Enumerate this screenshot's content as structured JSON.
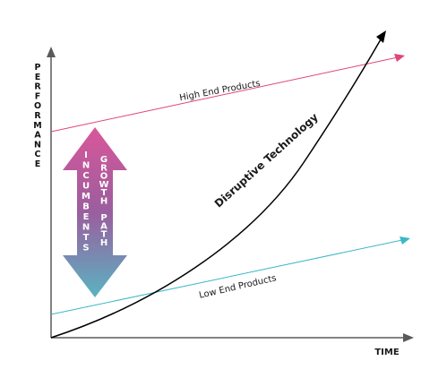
{
  "axes": {
    "y_label": "PERFORMANCE",
    "x_label": "TIME"
  },
  "lines": {
    "high_end": "High End Products",
    "low_end": "Low End Products",
    "disruptive": "Disruptive Technology"
  },
  "arrow": {
    "left_text": "INCUMBENTS",
    "right_text": "GROWTH PATH"
  },
  "colors": {
    "high_end": "#e0457b",
    "low_end": "#3bb8c4",
    "disruptive": "#000000",
    "arrow_top": "#d9579a",
    "arrow_mid": "#9a5e9e",
    "arrow_bottom": "#5ab3c2",
    "axis": "#5a5a5a"
  }
}
